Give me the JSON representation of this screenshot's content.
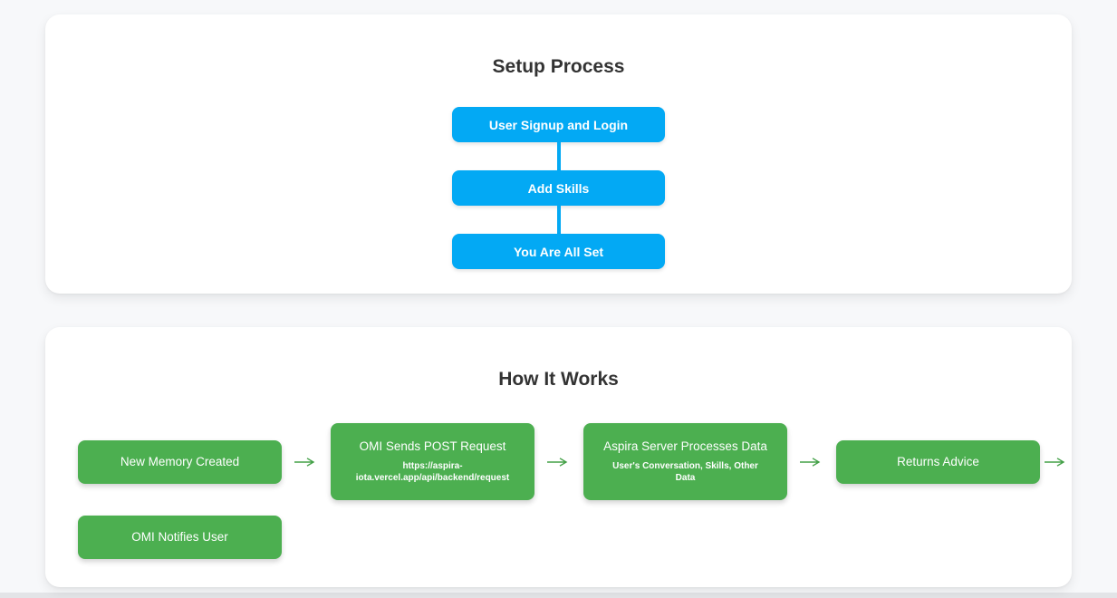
{
  "page": {
    "background_color": "#f7f8fa",
    "card_color": "#ffffff",
    "accent_blue": "#03a9f4",
    "accent_green": "#4caf50",
    "arrow_green": "#43a047",
    "title_color": "#333333"
  },
  "setup_process": {
    "title": "Setup Process",
    "steps": [
      {
        "label": "User Signup and Login"
      },
      {
        "label": "Add Skills"
      },
      {
        "label": "You Are All Set"
      }
    ]
  },
  "how_it_works": {
    "title": "How It Works",
    "steps": [
      {
        "label": "New Memory Created",
        "sublabel": ""
      },
      {
        "label": "OMI Sends POST Request",
        "sublabel": "https://aspira-iota.vercel.app/api/backend/request"
      },
      {
        "label": "Aspira Server Processes Data",
        "sublabel": "User's Conversation, Skills, Other Data"
      },
      {
        "label": "Returns Advice",
        "sublabel": ""
      },
      {
        "label": "OMI Notifies User",
        "sublabel": ""
      }
    ]
  }
}
